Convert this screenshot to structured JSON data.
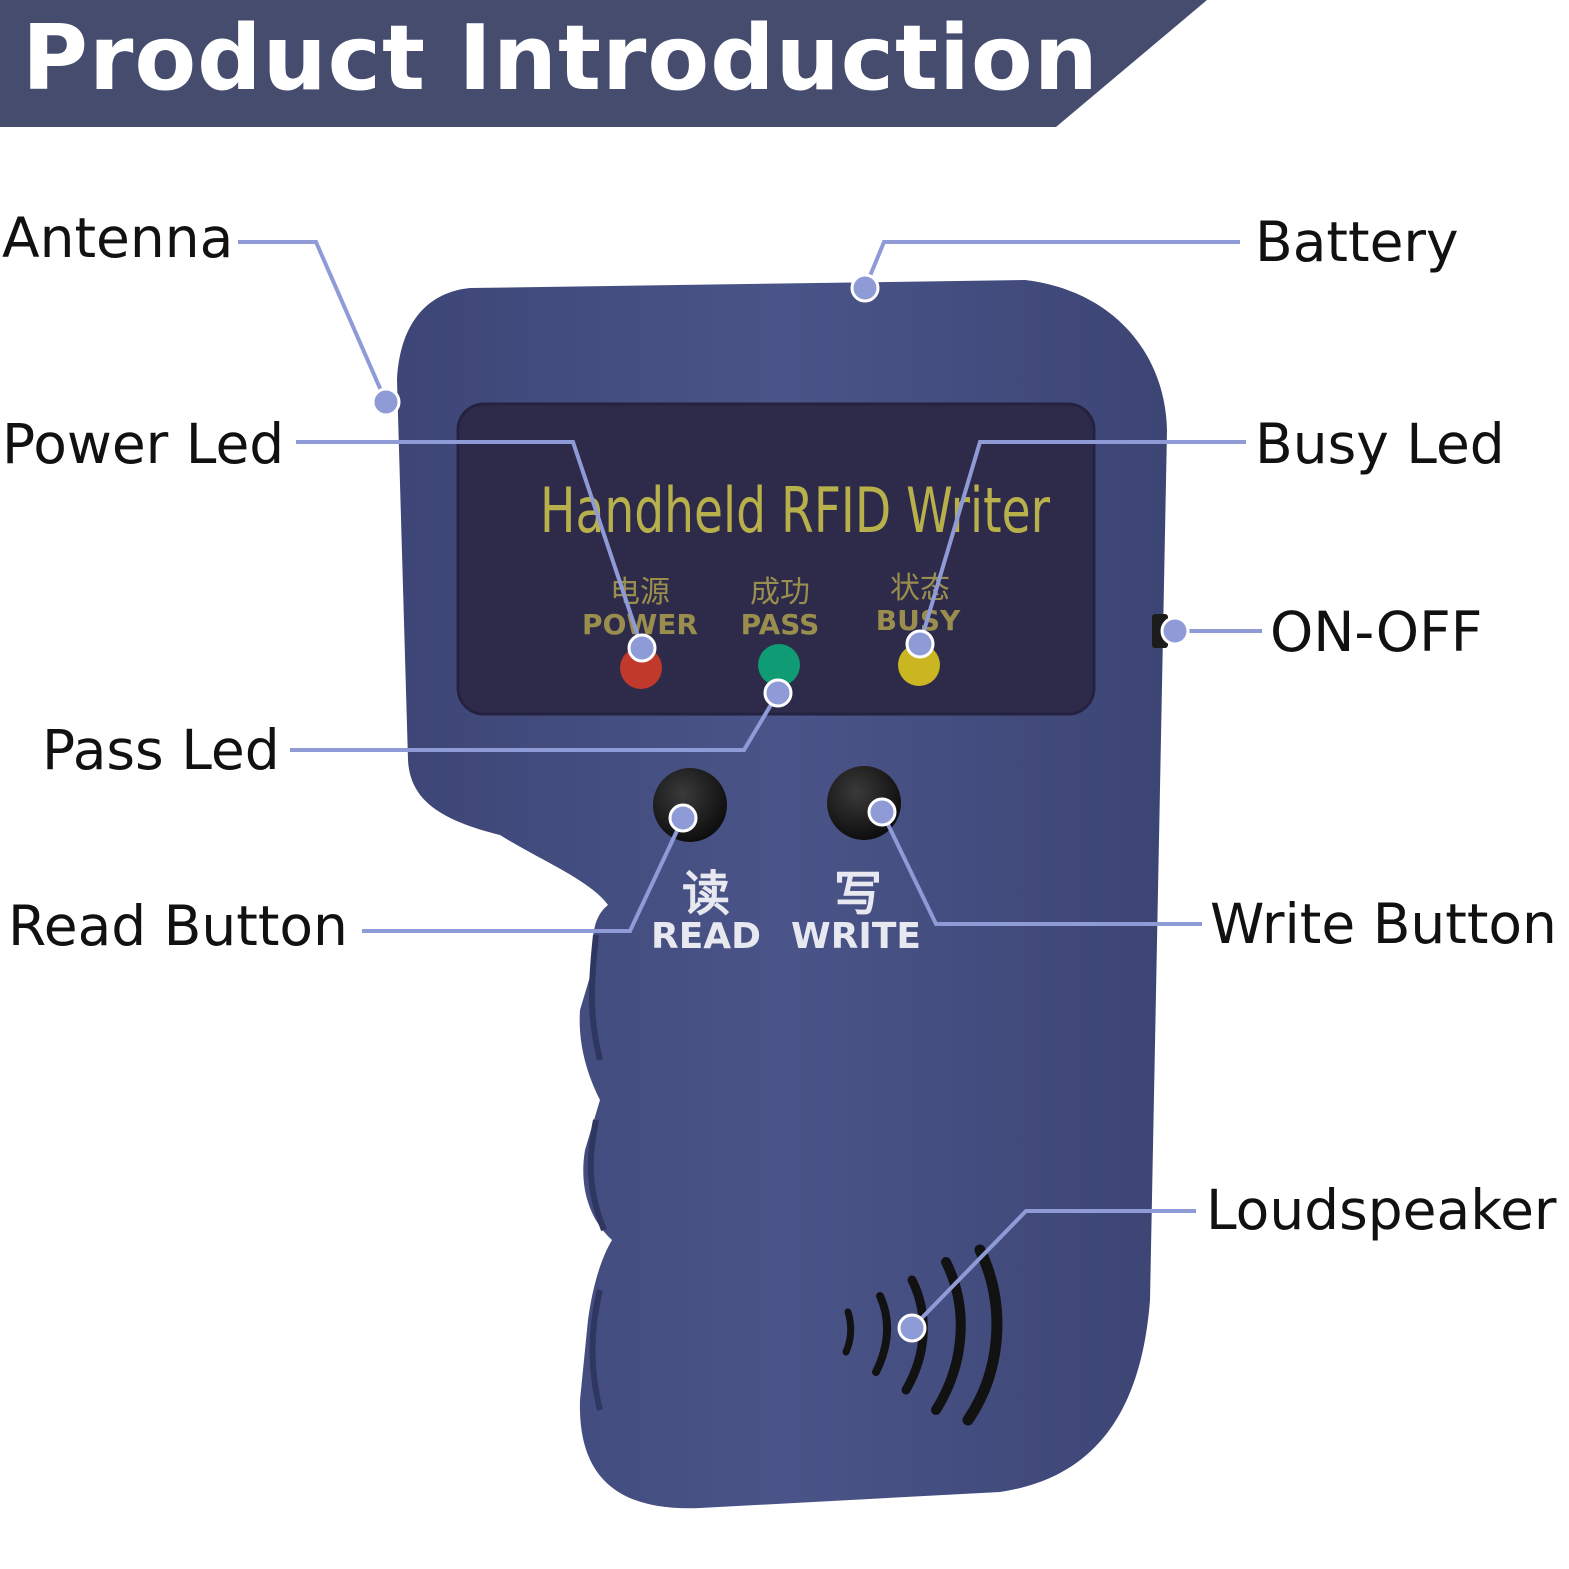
{
  "header": {
    "title": "Product Introduction"
  },
  "device": {
    "panel_title": "Handheld RFID Writer",
    "leds": [
      {
        "cn": "电源",
        "en": "POWER",
        "color": "#c0392b"
      },
      {
        "cn": "成功",
        "en": "PASS",
        "color": "#0f9b73"
      },
      {
        "cn": "状态",
        "en": "BUSY",
        "color": "#c9b620"
      }
    ],
    "buttons": [
      {
        "cn": "读",
        "en": "READ"
      },
      {
        "cn": "写",
        "en": "WRITE"
      }
    ]
  },
  "callouts": [
    {
      "id": "antenna",
      "label": "Antenna"
    },
    {
      "id": "battery",
      "label": "Battery"
    },
    {
      "id": "power-led",
      "label": "Power Led"
    },
    {
      "id": "busy-led",
      "label": "Busy Led"
    },
    {
      "id": "on-off",
      "label": "ON-OFF"
    },
    {
      "id": "pass-led",
      "label": "Pass Led"
    },
    {
      "id": "read-button",
      "label": "Read Button"
    },
    {
      "id": "write-button",
      "label": "Write Button"
    },
    {
      "id": "loudspeaker",
      "label": "Loudspeaker"
    }
  ],
  "colors": {
    "header": "#454c6e",
    "device_body": "#444e80",
    "panel": "#2e2b4a",
    "panel_text": "#b8b04a",
    "callout": "#8f9bd6"
  }
}
